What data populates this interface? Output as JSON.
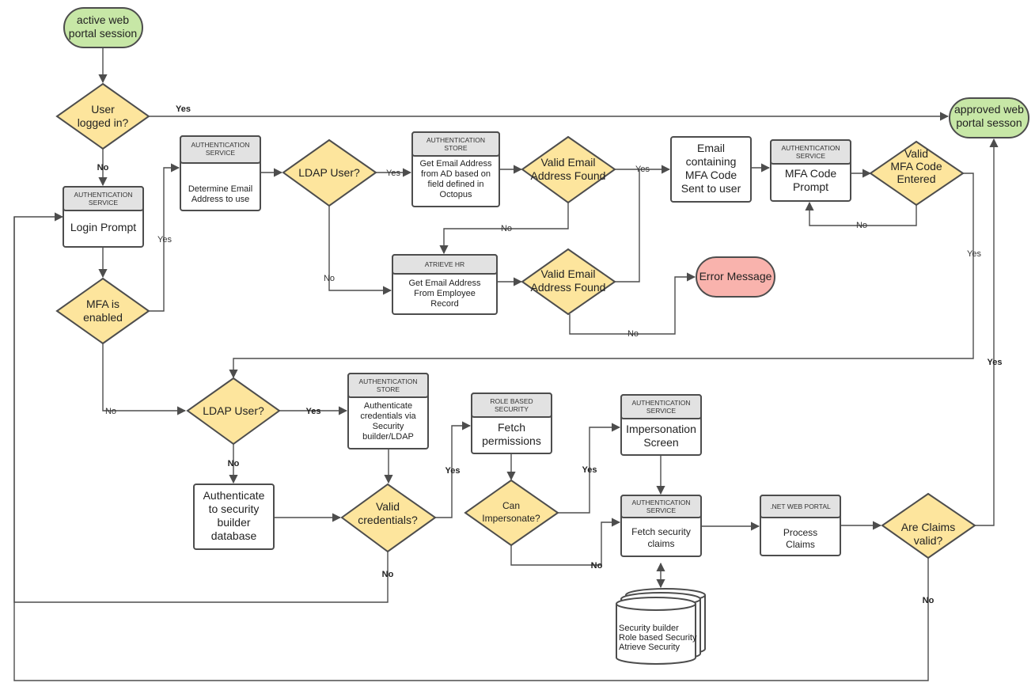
{
  "nodes": {
    "start": "active web\nportal session",
    "approved": "approved web\nportal sesson",
    "error": "Error Message",
    "user_logged_in": "User\nlogged in?",
    "login_header": "AUTHENTICATION\nSERVICE",
    "login_body": "Login Prompt",
    "mfa_enabled": "MFA is\nenabled",
    "determine_header": "AUTHENTICATION\nSERVICE",
    "determine_body": "Determine Email\nAddress to use",
    "ldap_user_top": "LDAP User?",
    "getemail_ad_header": "AUTHENTICATION\nSTORE",
    "getemail_ad_body": "Get Email Address\nfrom AD based on\nfield defined in\nOctopus",
    "valid_email_top": "Valid Email\nAddress Found",
    "email_mfa": "Email\ncontaining\nMFA Code\nSent to user",
    "mfa_prompt_header": "AUTHENTICATION\nSERVICE",
    "mfa_prompt_body": "MFA Code\nPrompt",
    "valid_mfa": "Valid\nMFA Code\nEntered",
    "atrieve_header": "ATRIEVE HR",
    "atrieve_body": "Get Email Address\nFrom Employee\nRecord",
    "valid_email_bottom": "Valid Email\nAddress Found",
    "ldap_user_bottom": "LDAP User?",
    "auth_store2_header": "AUTHENTICATION\nSTORE",
    "auth_store2_body": "Authenticate\ncredentials via\nSecurity\nbuilder/LDAP",
    "auth_db": "Authenticate\nto security\nbuilder\ndatabase",
    "valid_creds": "Valid\ncredentials?",
    "fetch_perm_header": "ROLE BASED\nSECURITY",
    "fetch_perm_body": "Fetch\npermissions",
    "can_impersonate": "Can\nImpersonate?",
    "impersonation_header": "AUTHENTICATION\nSERVICE",
    "impersonation_body": "Impersonation\nScreen",
    "fetch_claims_header": "AUTHENTICATION\nSERVICE",
    "fetch_claims_body": "Fetch security\nclaims",
    "process_header": ".NET WEB PORTAL",
    "process_body": "Process\nClaims",
    "claims_valid": "Are Claims\nvalid?",
    "database": "Security builder\nRole based Security\nAtrieve Security"
  },
  "edge_labels": {
    "logged_yes": "Yes",
    "logged_no": "No",
    "mfa_yes": "Yes",
    "mfa_no": "No",
    "ldap_top_yes": "Yes",
    "ldap_top_no": "No",
    "valid_email_top_yes": "Yes",
    "valid_email_top_no": "No",
    "valid_mfa_no": "No",
    "valid_mfa_yes": "Yes",
    "valid_email_bottom_no": "No",
    "ldap_bottom_yes": "Yes",
    "ldap_bottom_no": "No",
    "creds_yes": "Yes",
    "creds_no": "No",
    "impersonate_yes": "Yes",
    "impersonate_no": "No",
    "claims_yes": "Yes",
    "claims_no": "No"
  },
  "colors": {
    "terminal_green": "#c7e7a6",
    "terminal_red": "#f9b3ad",
    "decision": "#fde59d",
    "header_gray": "#e2e2e2",
    "stroke": "#4d4d4d"
  }
}
